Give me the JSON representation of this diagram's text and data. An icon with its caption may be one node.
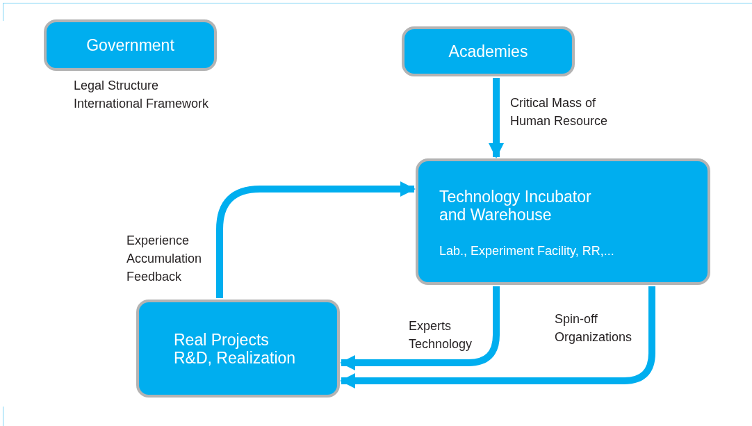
{
  "diagram": {
    "nodes": [
      {
        "text": [
          "Government"
        ],
        "beside": [
          "Legal Structure",
          "International Framework"
        ]
      },
      {
        "text": [
          "Academies"
        ]
      },
      {
        "text": [
          "Technology Incubator and Warehouse",
          "Lab., Experiment Facility, RR,..."
        ]
      },
      {
        "text": [
          "Real Projects R&D, Realization"
        ]
      }
    ],
    "edges": [
      {
        "from": 1,
        "to": 2,
        "arrow": "to",
        "label": "Critical Mass of Human Resource"
      },
      {
        "from": 3,
        "to": 2,
        "arrow": "to",
        "label": "Experience Accumulation Feedback"
      },
      {
        "from": 2,
        "to": 3,
        "arrow": "to",
        "label": "Experts Technology"
      },
      {
        "from": 2,
        "to": 3,
        "arrow": "to",
        "label": "Spin-off Organizations"
      }
    ]
  }
}
